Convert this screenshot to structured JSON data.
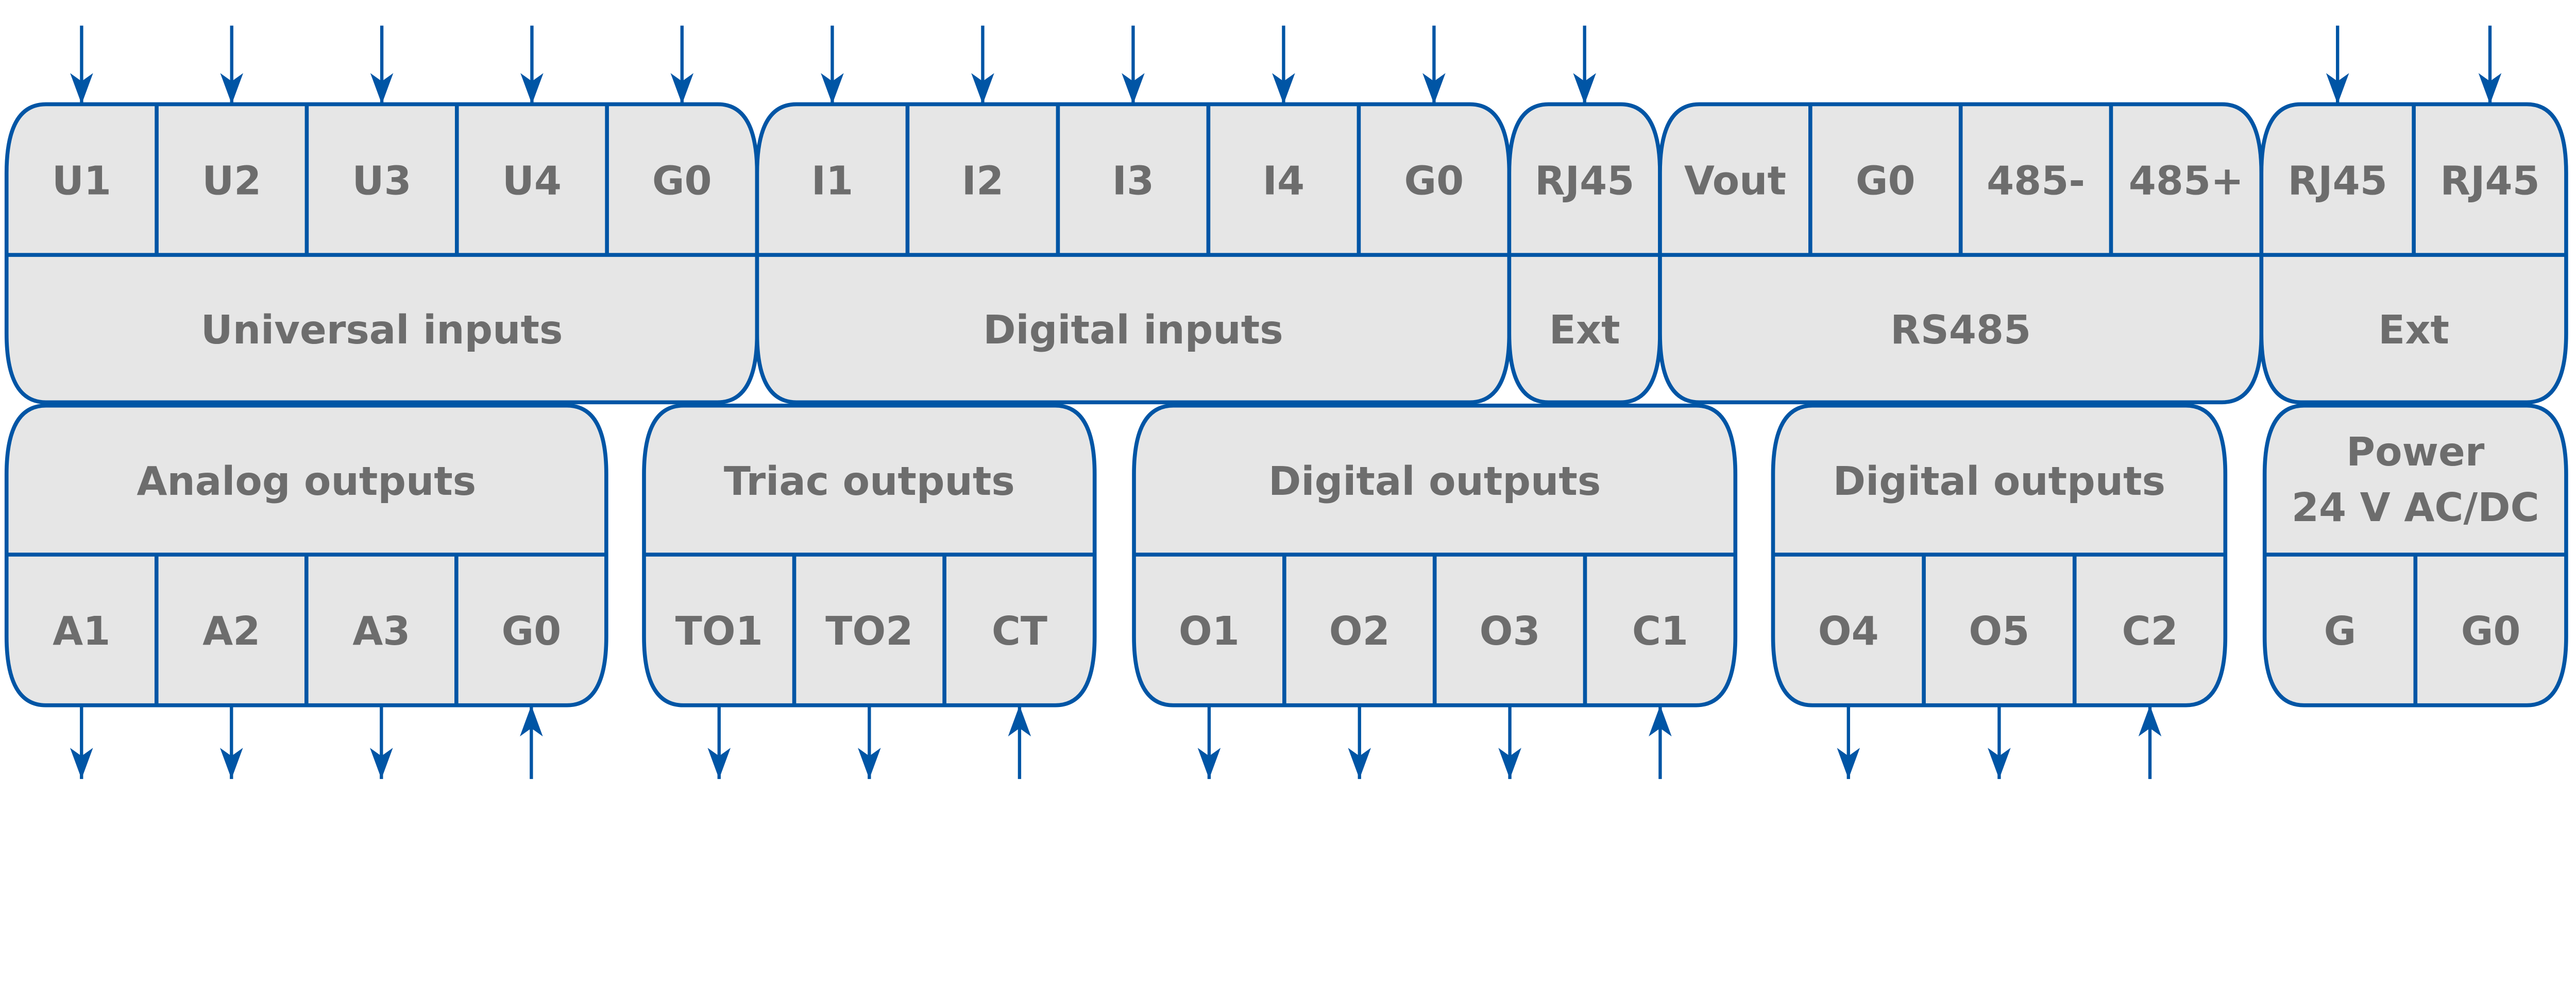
{
  "colors": {
    "stroke": "#0055a5",
    "fill": "#e6e6e6",
    "text": "#6d6d6d",
    "background": "#ffffff"
  },
  "top_row": [
    {
      "label": "Universal inputs",
      "cells": [
        "U1",
        "U2",
        "U3",
        "U4",
        "G0"
      ],
      "arrows": [
        "in",
        "in",
        "in",
        "in",
        "in"
      ]
    },
    {
      "label": "Digital inputs",
      "cells": [
        "I1",
        "I2",
        "I3",
        "I4",
        "G0"
      ],
      "arrows": [
        "in",
        "in",
        "in",
        "in",
        "in"
      ]
    },
    {
      "label": "Ext",
      "cells": [
        "RJ45"
      ],
      "arrows": [
        "in"
      ]
    },
    {
      "label": "RS485",
      "cells": [
        "Vout",
        "G0",
        "485-",
        "485+"
      ],
      "arrows": [
        "none",
        "none",
        "none",
        "none"
      ]
    },
    {
      "label": "Ext",
      "cells": [
        "RJ45",
        "RJ45"
      ],
      "arrows": [
        "in",
        "in"
      ]
    }
  ],
  "bottom_row": [
    {
      "label": "Analog outputs",
      "cells": [
        "A1",
        "A2",
        "A3",
        "G0"
      ],
      "arrows": [
        "out",
        "out",
        "out",
        "in"
      ]
    },
    {
      "label": "Triac outputs",
      "cells": [
        "TO1",
        "TO2",
        "CT"
      ],
      "arrows": [
        "out",
        "out",
        "in"
      ]
    },
    {
      "label": "Digital outputs",
      "cells": [
        "O1",
        "O2",
        "O3",
        "C1"
      ],
      "arrows": [
        "out",
        "out",
        "out",
        "in"
      ]
    },
    {
      "label": "Digital outputs",
      "cells": [
        "O4",
        "O5",
        "C2"
      ],
      "arrows": [
        "out",
        "out",
        "in"
      ]
    },
    {
      "label": [
        "Power",
        "24 V AC/DC"
      ],
      "cells": [
        "G",
        "G0"
      ],
      "arrows": [
        "none",
        "none"
      ]
    }
  ]
}
